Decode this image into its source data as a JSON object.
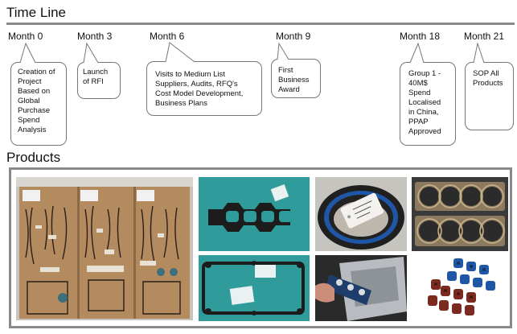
{
  "timeline": {
    "title": "Time Line",
    "milestones": [
      {
        "month": "Month 0",
        "text": "Creation of Project Based on Global Purchase Spend Analysis"
      },
      {
        "month": "Month 3",
        "text": "Launch of RFI"
      },
      {
        "month": "Month 6",
        "text": "Visits to Medium List Suppliers, Audits, RFQ's Cost Model Development, Business Plans"
      },
      {
        "month": "Month 9",
        "text": "First Business Award"
      },
      {
        "month": "Month 18",
        "text": "Group 1 - 40M$ Spend Localised in China, PPAP Approved"
      },
      {
        "month": "Month 21",
        "text": "SOP All Products"
      }
    ]
  },
  "products": {
    "title": "Products",
    "images": [
      {
        "icon": "gasket-display-board-photo"
      },
      {
        "icon": "intake-manifold-gasket-photo"
      },
      {
        "icon": "oil-seal-ring-photo"
      },
      {
        "icon": "cylinder-head-gasket-photo"
      },
      {
        "icon": "oil-pan-gasket-photo"
      },
      {
        "icon": "gasket-fitting-photo"
      },
      {
        "icon": "valve-stem-seals-photo"
      }
    ]
  },
  "colors": {
    "rule": "#8a8a8a",
    "teal_background": "#2f9b9a",
    "cork_board": "#b48b5e",
    "gasket_black": "#1c1c1c",
    "seal_blue": "#1f57a6",
    "seal_red": "#7a2a1e"
  }
}
